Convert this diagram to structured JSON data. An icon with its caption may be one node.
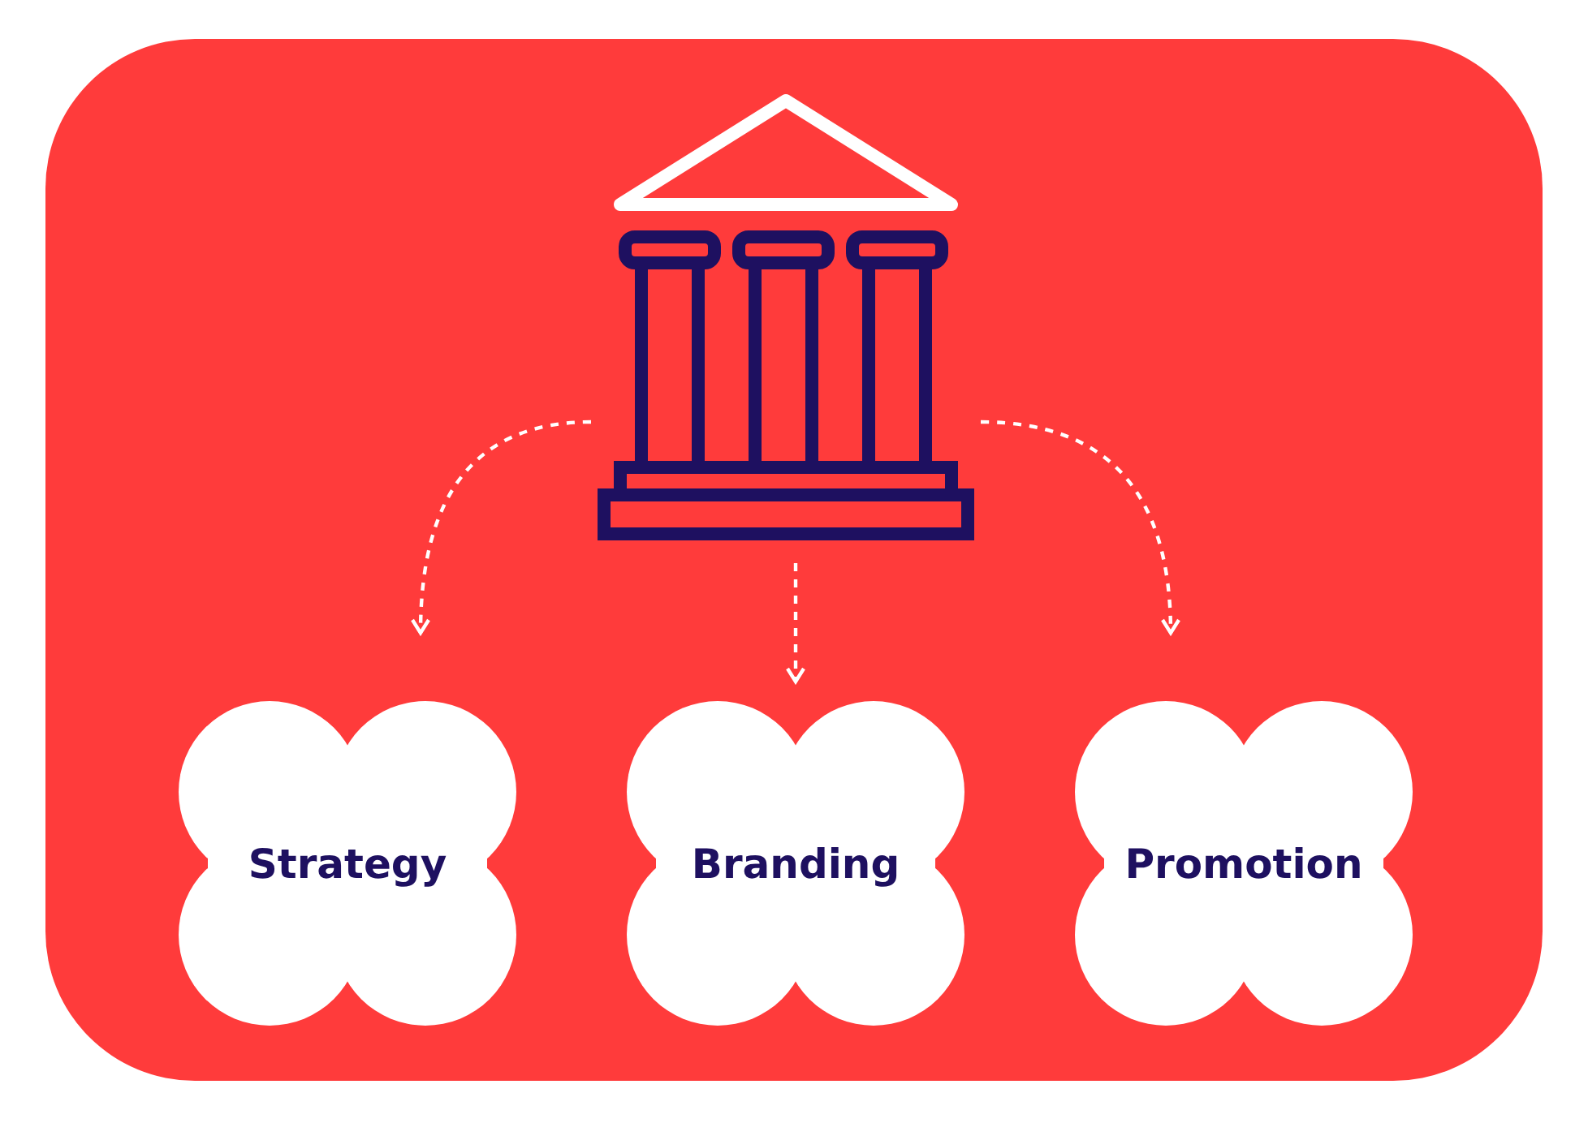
{
  "diagram": {
    "nodes": [
      {
        "text": [],
        "shape": "picture"
      },
      {
        "text": [
          "Strategy"
        ]
      },
      {
        "text": [
          "Branding"
        ]
      },
      {
        "text": [
          "Promotion"
        ]
      }
    ],
    "edges": [
      {
        "from": 0,
        "to": 1,
        "arrow": "to",
        "style": "dashed"
      },
      {
        "from": 0,
        "to": 2,
        "arrow": "to",
        "style": "dashed"
      },
      {
        "from": 0,
        "to": 3,
        "arrow": "to",
        "style": "dashed"
      }
    ]
  }
}
